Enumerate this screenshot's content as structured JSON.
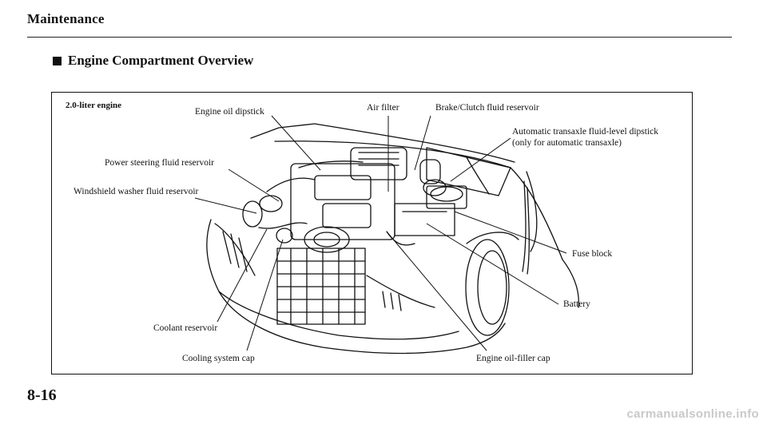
{
  "header": {
    "section_title": "Maintenance",
    "subtitle": "Engine Compartment Overview"
  },
  "figure": {
    "engine_label": "2.0-liter engine",
    "callouts": {
      "engine_oil_dipstick": "Engine oil dipstick",
      "air_filter": "Air filter",
      "brake_clutch_reservoir": "Brake/Clutch fluid reservoir",
      "atf_dipstick_line1": "Automatic transaxle fluid-level dipstick",
      "atf_dipstick_line2": "(only for automatic transaxle)",
      "power_steering": "Power steering fluid reservoir",
      "washer_reservoir": "Windshield washer fluid reservoir",
      "fuse_block": "Fuse block",
      "battery": "Battery",
      "coolant_reservoir": "Coolant reservoir",
      "cooling_system_cap": "Cooling system cap",
      "oil_filler_cap": "Engine oil-filler cap"
    }
  },
  "footer": {
    "page_number": "8-16",
    "watermark": "carmanualsonline.info"
  }
}
